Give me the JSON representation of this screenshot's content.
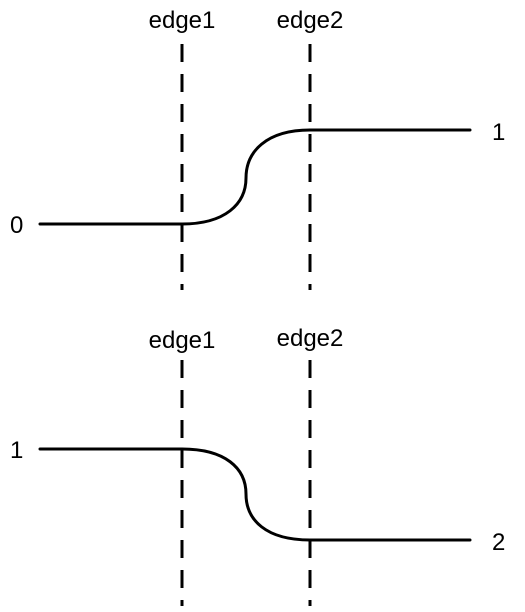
{
  "top_diagram": {
    "edge1_label": "edge1",
    "edge2_label": "edge2",
    "left_value": "0",
    "right_value": "1"
  },
  "bottom_diagram": {
    "edge1_label": "edge1",
    "edge2_label": "edge2",
    "left_value": "1",
    "right_value": "2"
  }
}
